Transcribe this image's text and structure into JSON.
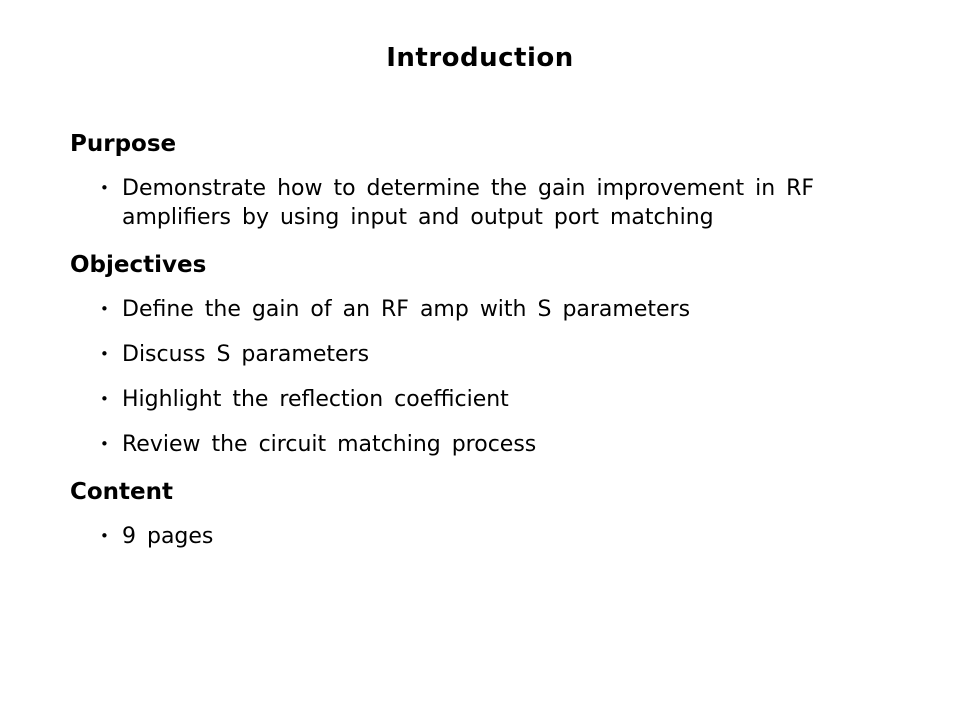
{
  "slide": {
    "title": "Introduction",
    "colors": {
      "background": "#ffffff",
      "text": "#000000"
    },
    "sections": [
      {
        "heading": "Purpose",
        "bullets": [
          "Demonstrate how to determine the gain improvement in RF amplifiers by using input and output port matching"
        ]
      },
      {
        "heading": "Objectives",
        "bullets": [
          "Define the gain of an RF amp with S parameters",
          "Discuss S parameters",
          "Highlight the reflection coefficient",
          "Review the circuit matching process"
        ]
      },
      {
        "heading": "Content",
        "bullets": [
          "9 pages"
        ]
      }
    ]
  }
}
